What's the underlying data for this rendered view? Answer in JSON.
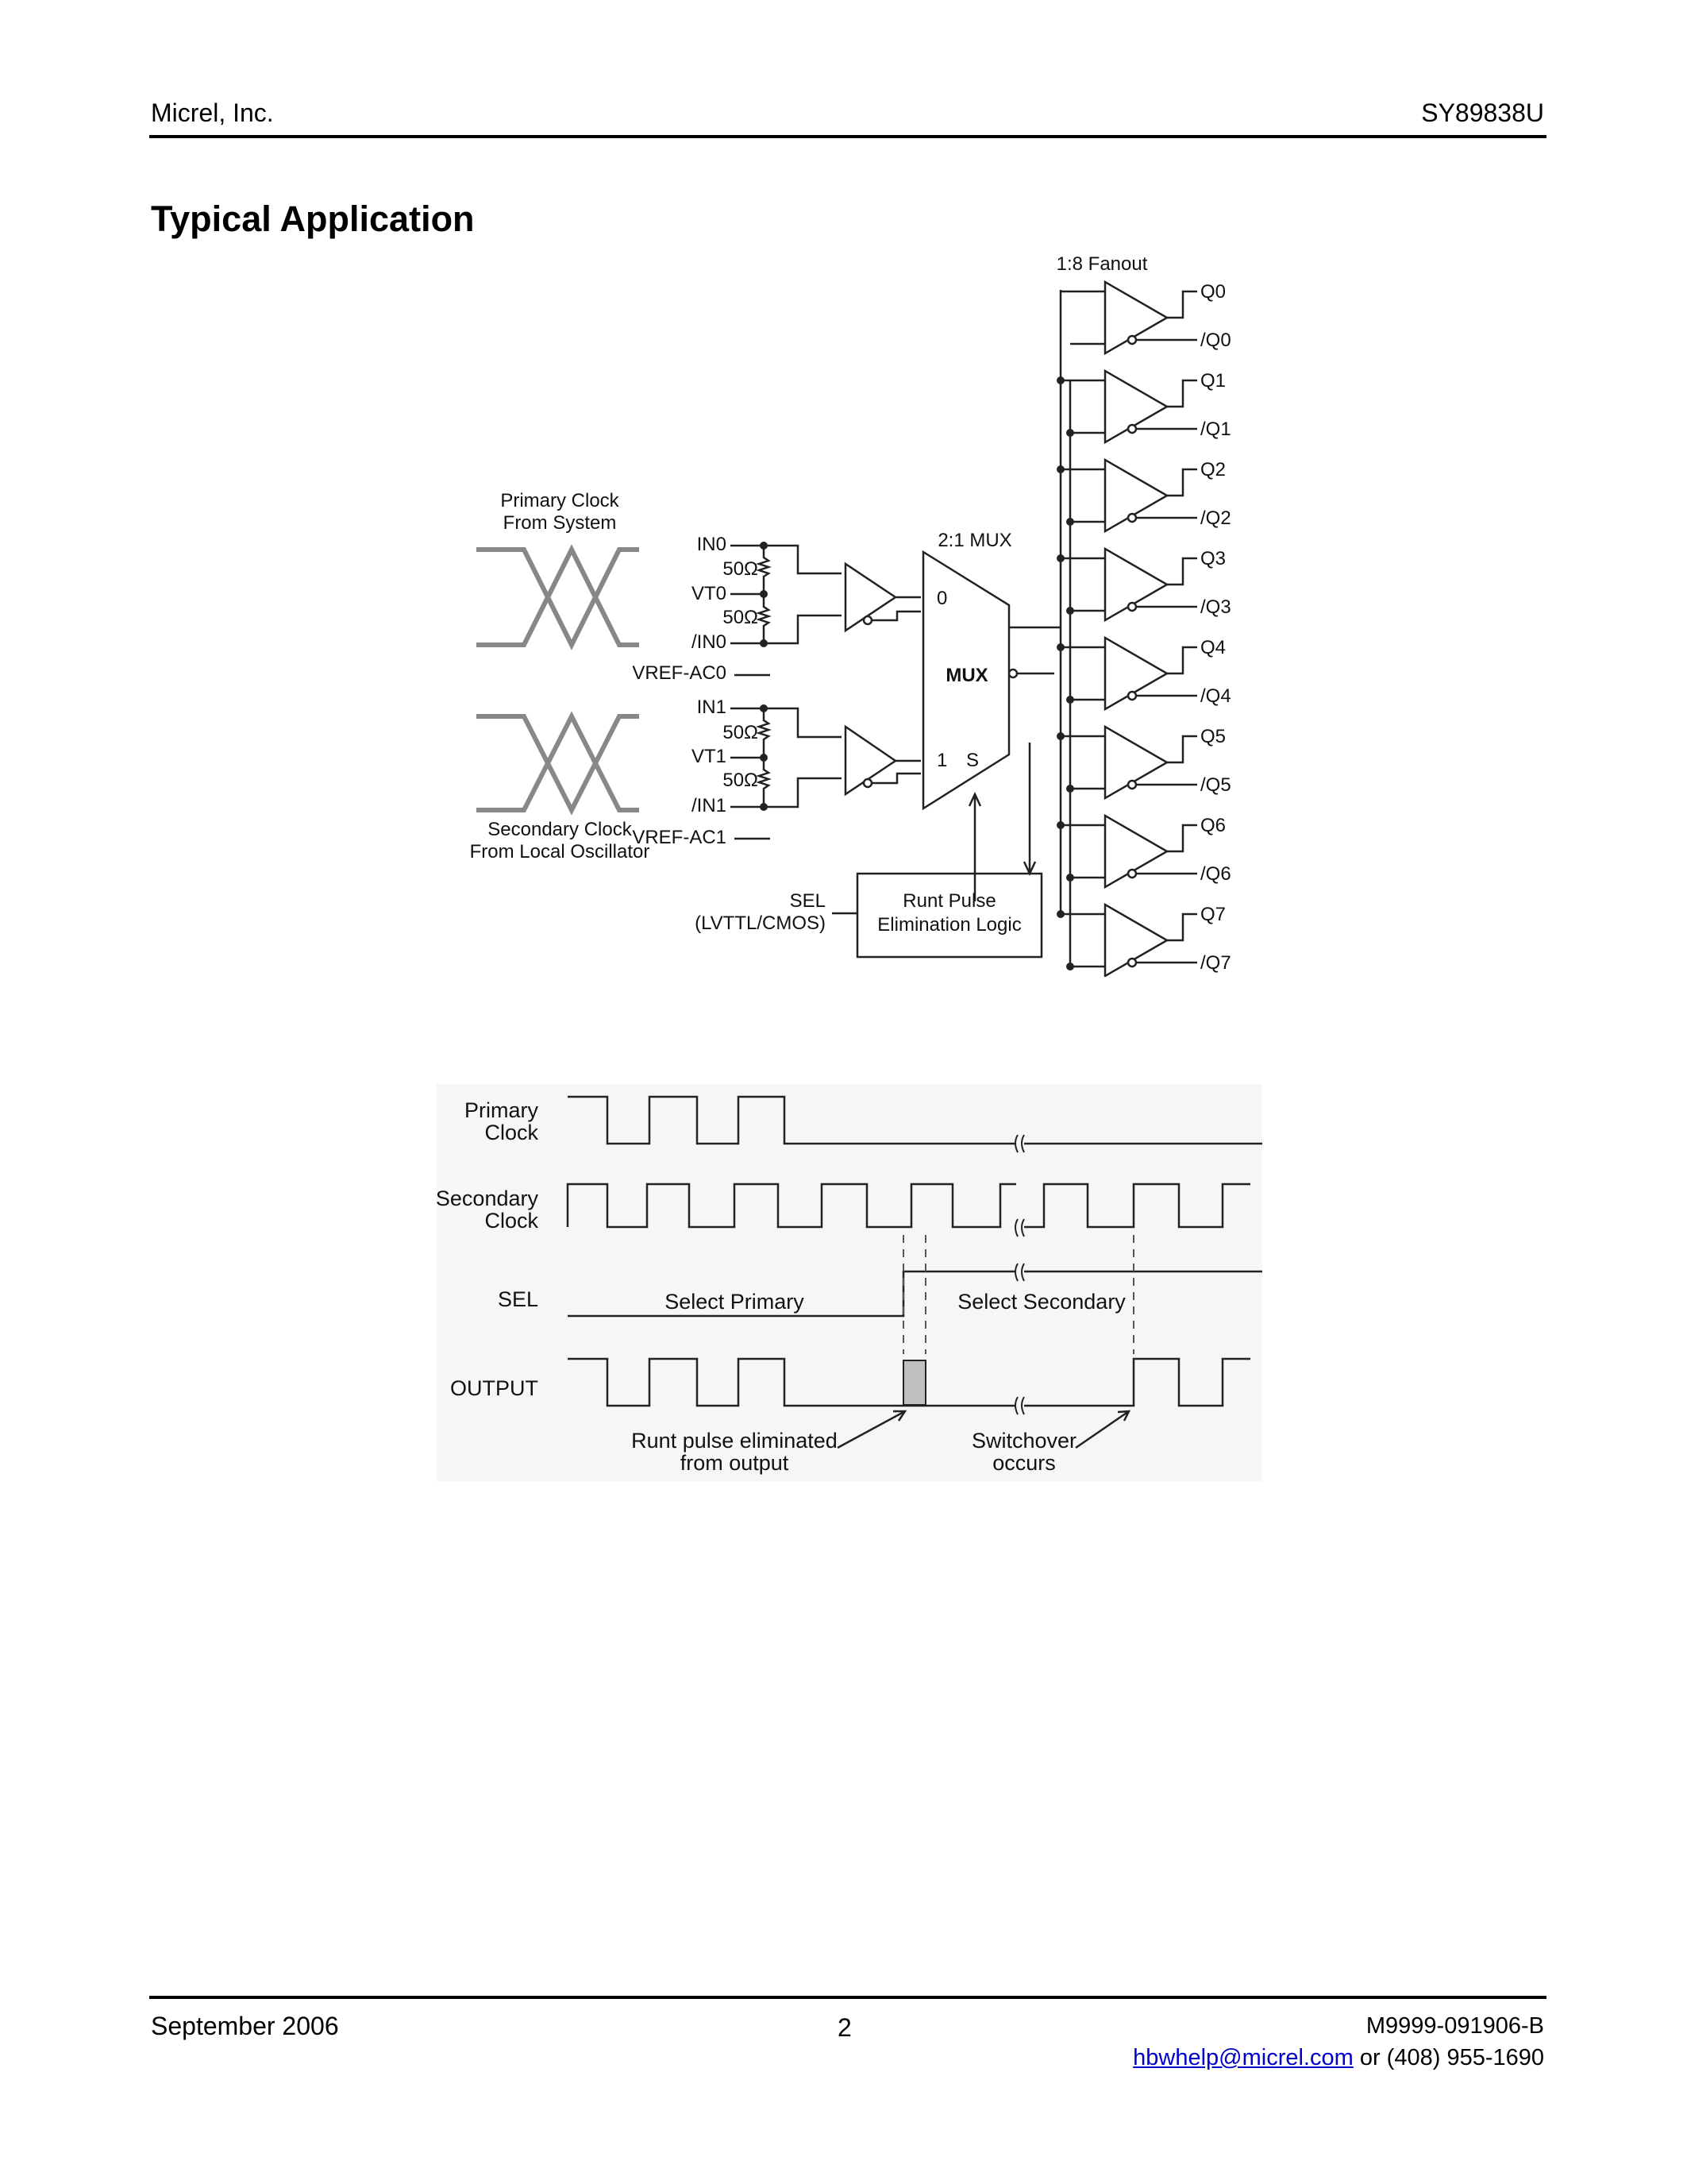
{
  "header": {
    "company": "Micrel, Inc.",
    "part_number": "SY89838U"
  },
  "section_title": "Typical Application",
  "block_diagram": {
    "primary_clock_label": [
      "Primary Clock",
      "From System"
    ],
    "secondary_clock_label": [
      "Secondary Clock",
      "From Local Oscillator"
    ],
    "in0": "IN0",
    "vt0": "VT0",
    "nin0": "/IN0",
    "vref_ac0": "VREF-AC0",
    "in1": "IN1",
    "vt1": "VT1",
    "nin1": "/IN1",
    "vref_ac1": "VREF-AC1",
    "resistor": "50Ω",
    "mux_title": "2:1 MUX",
    "mux_label": "MUX",
    "mux_in0": "0",
    "mux_in1": "1",
    "mux_sel": "S",
    "sel_label": "SEL",
    "sel_type": "(LVTTL/CMOS)",
    "logic_block": [
      "Runt Pulse",
      "Elimination Logic"
    ],
    "fanout_label": "1:8 Fanout",
    "outputs": [
      {
        "q": "Q0",
        "nq": "/Q0"
      },
      {
        "q": "Q1",
        "nq": "/Q1"
      },
      {
        "q": "Q2",
        "nq": "/Q2"
      },
      {
        "q": "Q3",
        "nq": "/Q3"
      },
      {
        "q": "Q4",
        "nq": "/Q4"
      },
      {
        "q": "Q5",
        "nq": "/Q5"
      },
      {
        "q": "Q6",
        "nq": "/Q6"
      },
      {
        "q": "Q7",
        "nq": "/Q7"
      }
    ]
  },
  "timing_diagram": {
    "signals": [
      [
        "Primary",
        "Clock"
      ],
      [
        "Secondary",
        "Clock"
      ],
      [
        "SEL"
      ],
      [
        "OUTPUT"
      ]
    ],
    "select_primary": "Select Primary",
    "select_secondary": "Select Secondary",
    "runt_note": [
      "Runt pulse eliminated",
      "from output"
    ],
    "switch_note": [
      "Switchover",
      "occurs"
    ]
  },
  "footer": {
    "date": "September 2006",
    "page": "2",
    "doc_number": "M9999-091906-B",
    "email": "hbwhelp@micrel.com",
    "phone_text": " or (408) 955-1690"
  }
}
